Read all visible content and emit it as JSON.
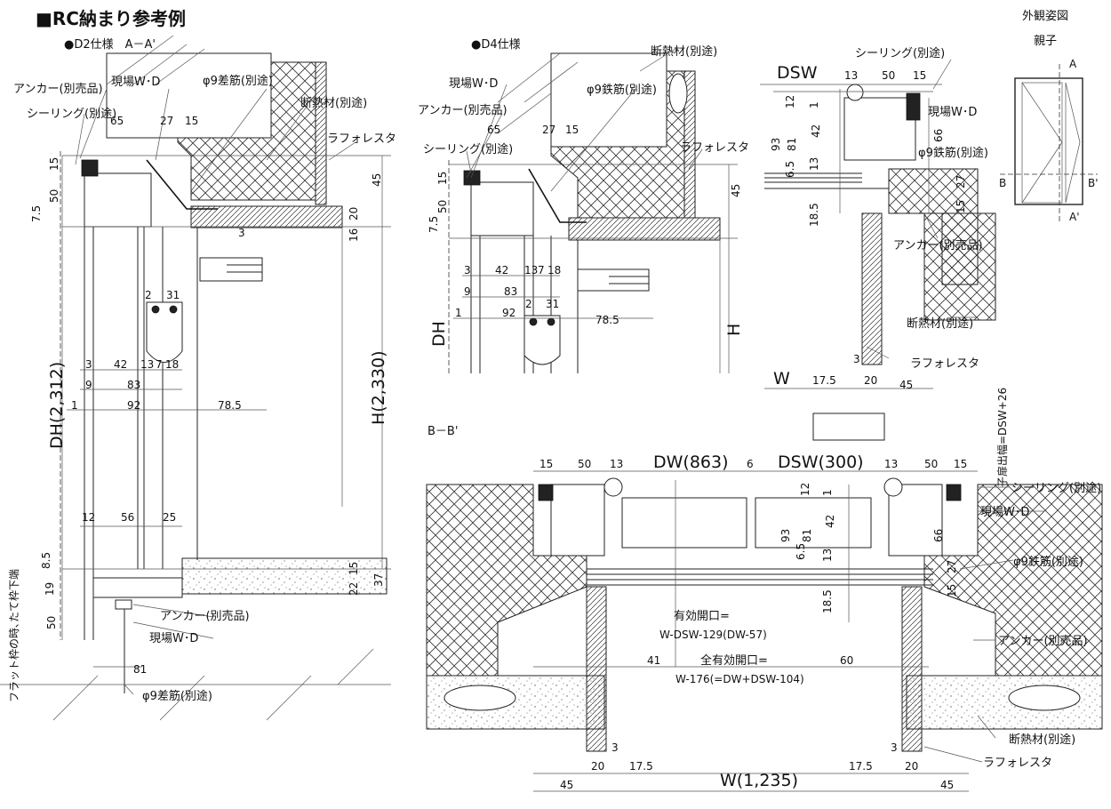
{
  "title": "■RC納まり参考例",
  "sections": {
    "d2": "●D2仕様　A－A'",
    "d4": "●D4仕様",
    "bb": "B－B'",
    "elevation": "外観姿図",
    "elevation_sub": "親子"
  },
  "labels": {
    "anchor": "アンカー(別売品)",
    "sealing": "シーリング(別途)",
    "site_wd": "現場W･D",
    "rebar_d2": "φ9差筋(別途)",
    "rebar": "φ9鉄筋(別途)",
    "insulation": "断熱材(別途)",
    "lath": "ラフォレスタ",
    "flat_note": "フラット枠の時､たて枠下端",
    "child_width": "子扉出幅=DSW+26",
    "eff_open": "有効開口=",
    "eff_open_formula": "W-DSW-129(DW-57)",
    "total_open": "全有効開口=",
    "total_open_formula": "W-176(=DW+DSW-104)"
  },
  "dimensions": {
    "d2": {
      "dh": "DH(2,312)",
      "h": "H(2,330)",
      "top": [
        "65",
        "27",
        "15"
      ],
      "left": [
        "15",
        "50",
        "7.5"
      ],
      "right": [
        "45",
        "20",
        "16",
        "3"
      ],
      "mid": [
        "3",
        "42",
        "13",
        "7",
        "18",
        "9",
        "83",
        "1",
        "92",
        "78.5",
        "2",
        "31"
      ],
      "bottom": [
        "12",
        "56",
        "25",
        "8.5",
        "19",
        "50",
        "81",
        "15",
        "22",
        "37"
      ]
    },
    "d4": {
      "dh": "DH",
      "h": "H",
      "top": [
        "65",
        "27",
        "15"
      ],
      "left": [
        "15",
        "50",
        "7.5"
      ],
      "right": [
        "45"
      ],
      "mid": [
        "3",
        "42",
        "13",
        "7",
        "18",
        "9",
        "83",
        "1",
        "92",
        "78.5",
        "2",
        "31"
      ]
    },
    "plan_top": {
      "dsw": "DSW",
      "w": "W",
      "top": [
        "13",
        "50",
        "15"
      ],
      "left": [
        "12",
        "1",
        "93",
        "81",
        "42",
        "6.5",
        "13",
        "18.5"
      ],
      "right": [
        "66",
        "27",
        "15"
      ],
      "bottom": [
        "17.5",
        "3",
        "20",
        "45"
      ]
    },
    "bb": {
      "dw": "DW(863)",
      "dsw": "DSW(300)",
      "w": "W(1,235)",
      "top": [
        "15",
        "50",
        "13",
        "6",
        "13",
        "50",
        "15"
      ],
      "mid": [
        "12",
        "1",
        "93",
        "81",
        "42",
        "6.5",
        "13",
        "18.5",
        "66",
        "27",
        "15"
      ],
      "bottom": [
        "41",
        "60",
        "45",
        "20",
        "17.5",
        "3",
        "3",
        "17.5",
        "20",
        "45"
      ]
    },
    "elevation": {
      "a": "A",
      "a2": "A'",
      "b": "B",
      "b2": "B'"
    }
  }
}
